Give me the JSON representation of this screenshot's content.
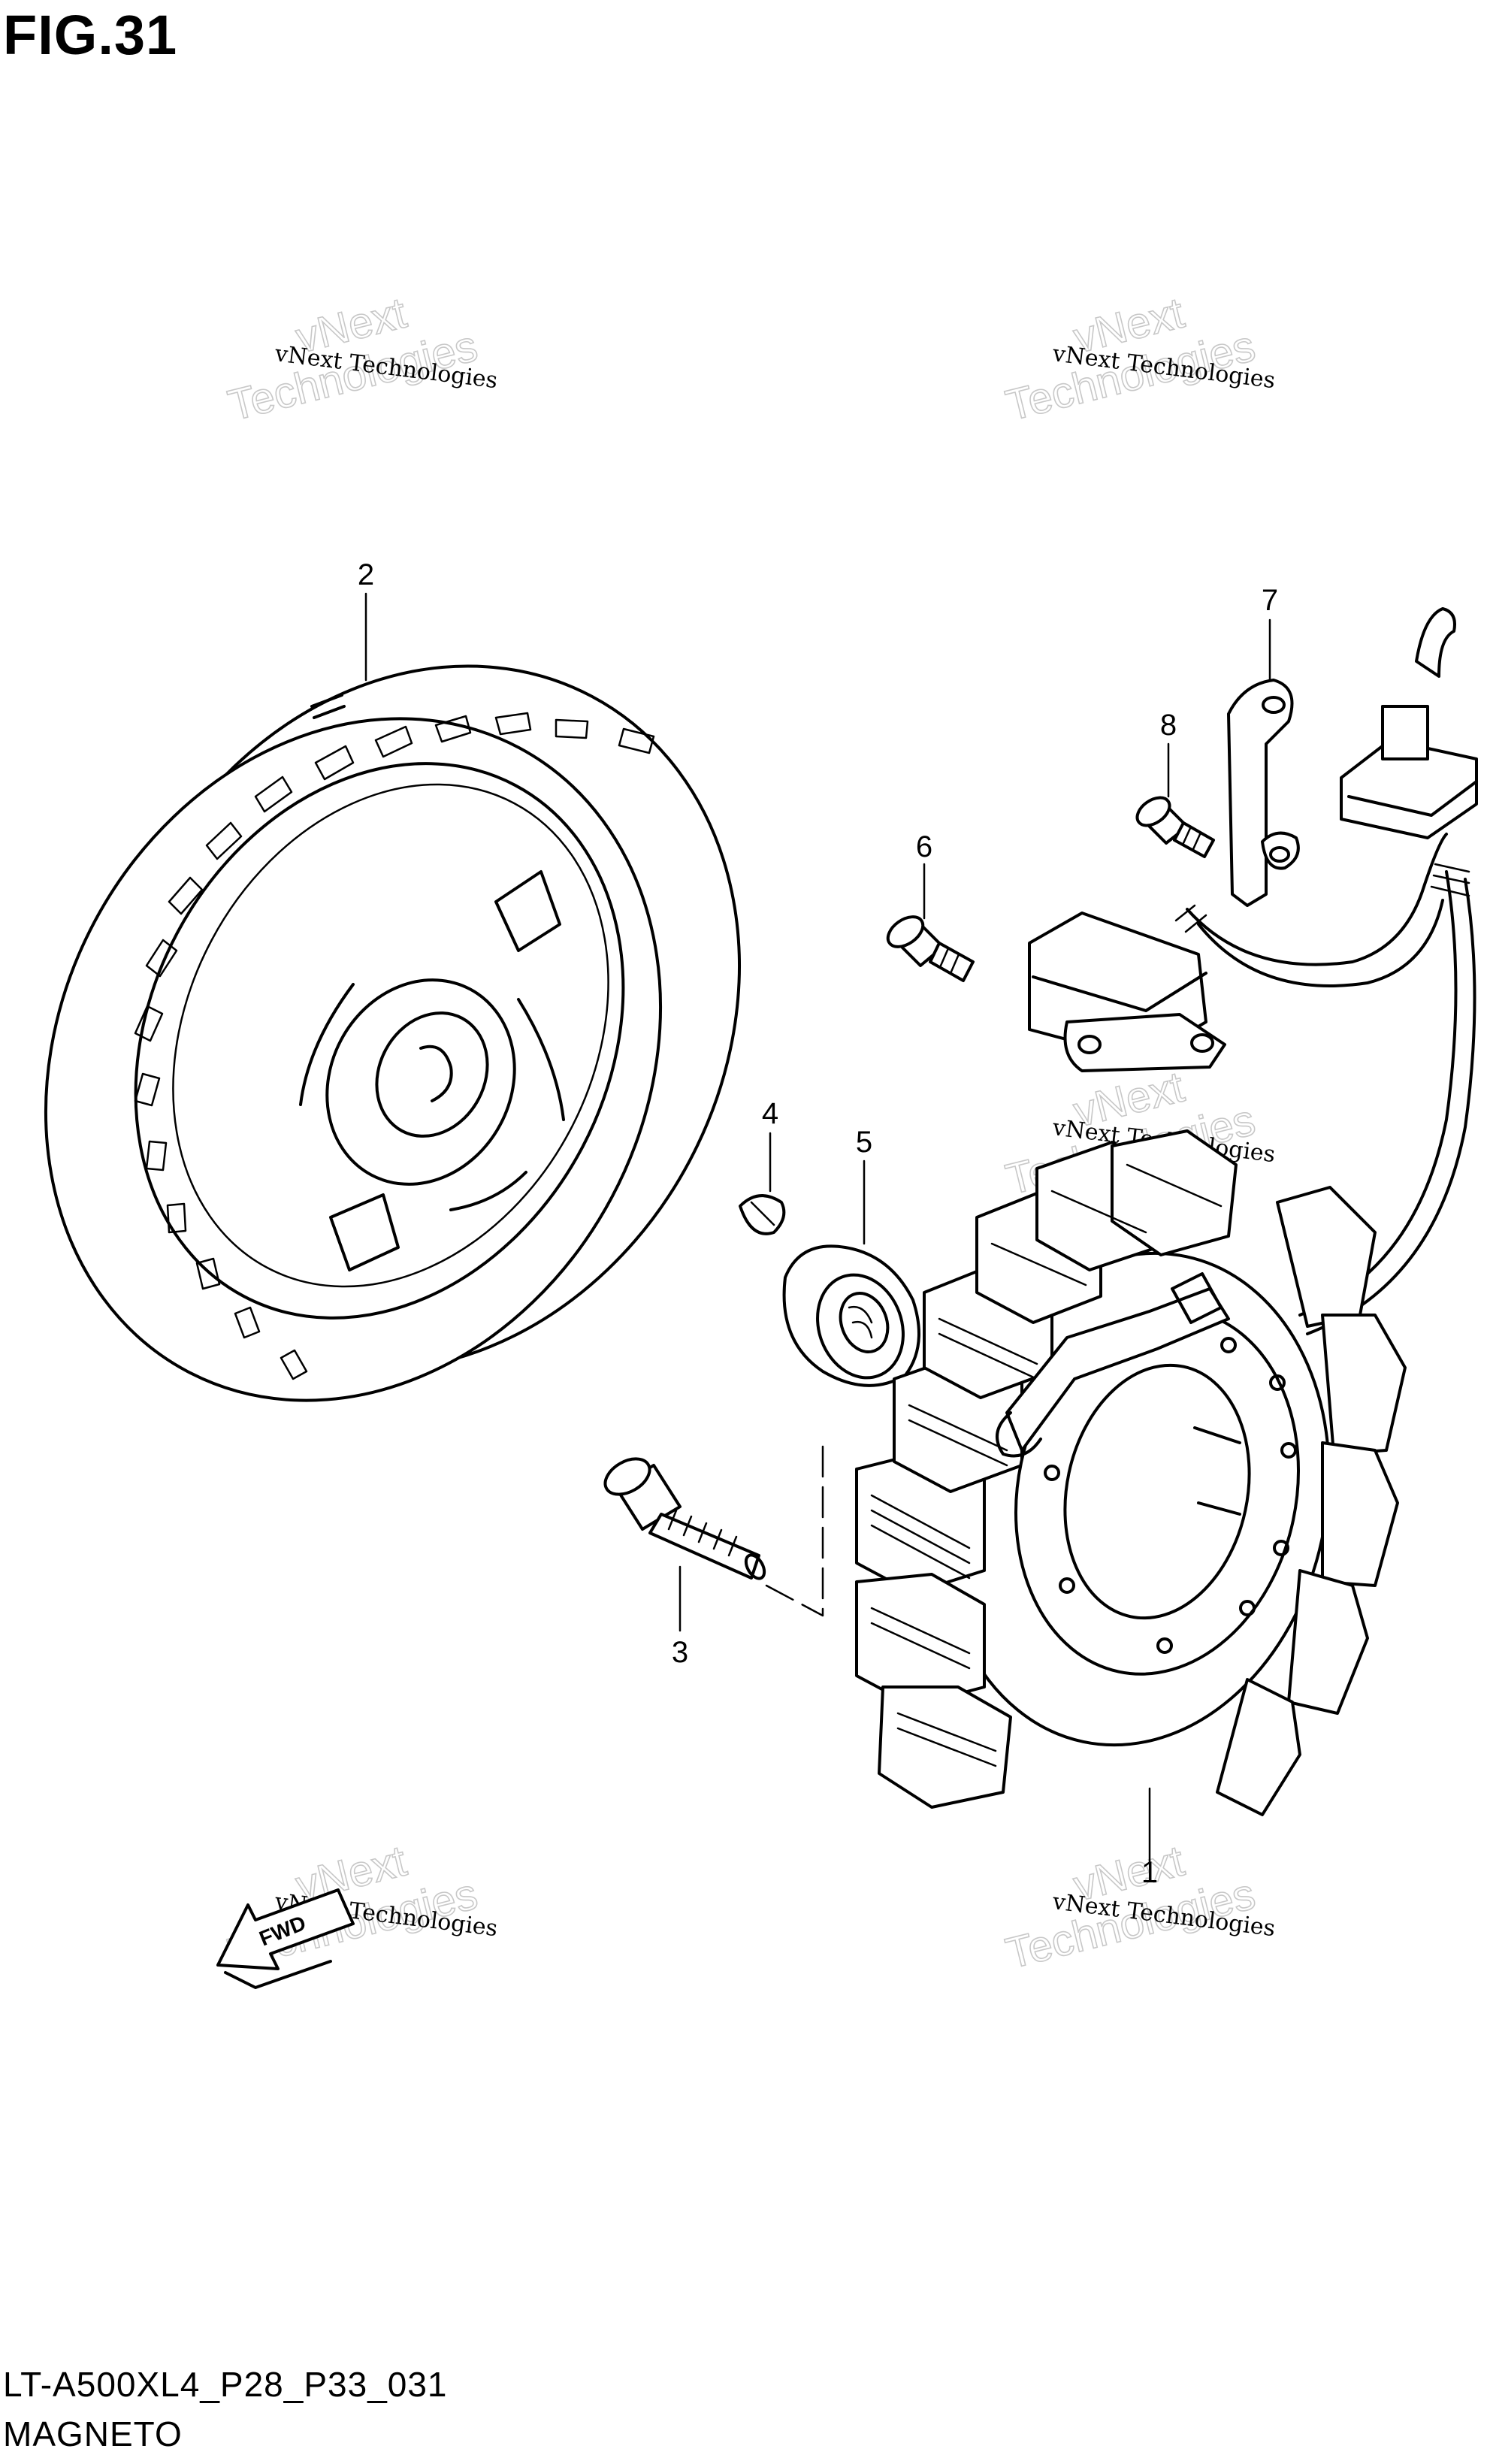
{
  "figure": {
    "title": "FIG.31",
    "code": "LT-A500XL4_P28_P33_031",
    "name": "MAGNETO"
  },
  "callouts": [
    {
      "id": "1",
      "label": "1"
    },
    {
      "id": "2",
      "label": "2"
    },
    {
      "id": "3",
      "label": "3"
    },
    {
      "id": "4",
      "label": "4"
    },
    {
      "id": "5",
      "label": "5"
    },
    {
      "id": "6",
      "label": "6"
    },
    {
      "id": "7",
      "label": "7"
    },
    {
      "id": "8",
      "label": "8"
    }
  ],
  "watermark": {
    "small": "vNext Technologies",
    "line1": "vNext",
    "line2": "Technologies"
  },
  "fwd_badge": "FWD"
}
